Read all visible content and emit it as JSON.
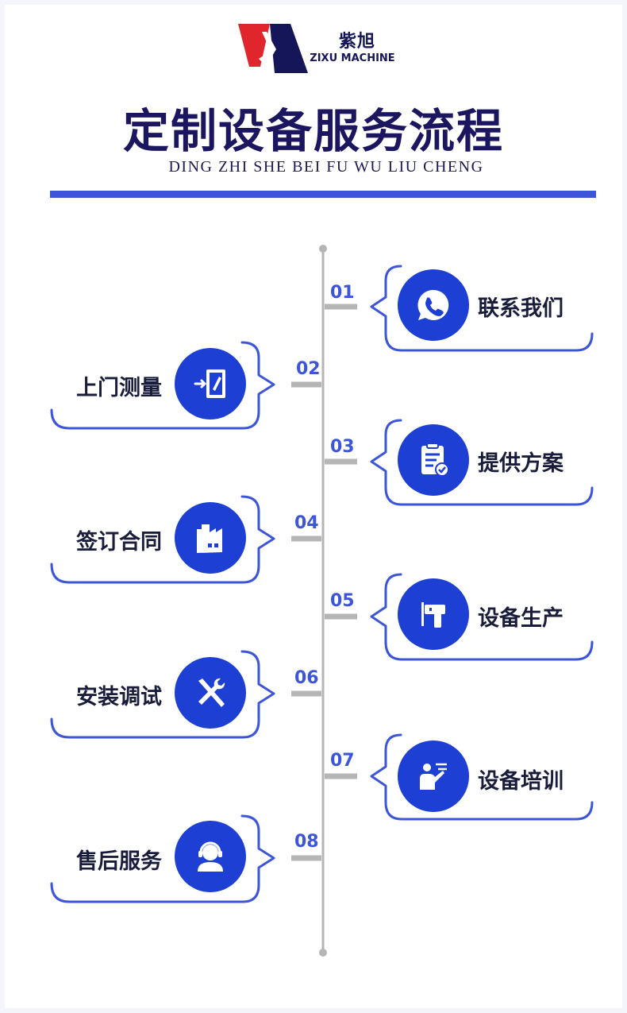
{
  "brand": {
    "name_cn": "紫旭",
    "name_en": "ZIXU MACHINE",
    "colors": {
      "red": "#e0262c",
      "navy": "#15165a",
      "accent": "#3d55d9"
    }
  },
  "header": {
    "title": "定制设备服务流程",
    "subtitle": "DING ZHI SHE BEI FU WU LIU CHENG"
  },
  "steps": [
    {
      "number": "01",
      "label": "联系我们",
      "icon": "phone-chat-icon"
    },
    {
      "number": "02",
      "label": "上门测量",
      "icon": "door-measure-icon"
    },
    {
      "number": "03",
      "label": "提供方案",
      "icon": "clipboard-check-icon"
    },
    {
      "number": "04",
      "label": "签订合同",
      "icon": "factory-icon"
    },
    {
      "number": "05",
      "label": "设备生产",
      "icon": "drill-icon"
    },
    {
      "number": "06",
      "label": "安装调试",
      "icon": "tools-icon"
    },
    {
      "number": "07",
      "label": "设备培训",
      "icon": "trainer-icon"
    },
    {
      "number": "08",
      "label": "售后服务",
      "icon": "support-agent-icon"
    }
  ]
}
